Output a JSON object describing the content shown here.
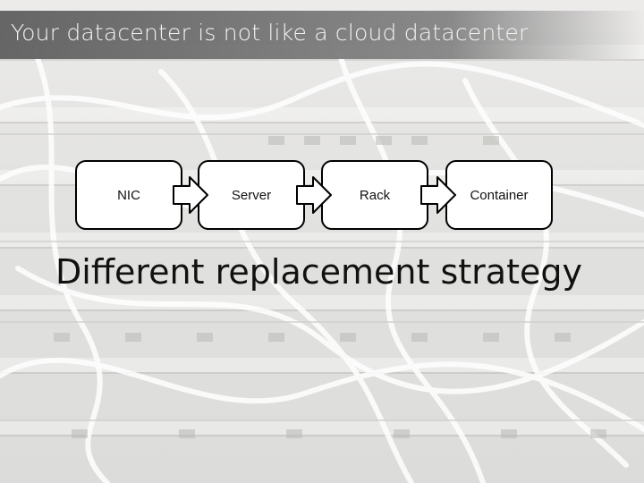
{
  "slide": {
    "title": "Your datacenter is not like a cloud datacenter",
    "flow": [
      {
        "label": "NIC"
      },
      {
        "label": "Server"
      },
      {
        "label": "Rack"
      },
      {
        "label": "Container"
      }
    ],
    "headline": "Different replacement strategy"
  },
  "colors": {
    "title_bar": "#5a5a5a",
    "box_fill": "#ffffff",
    "box_border": "#000000"
  }
}
